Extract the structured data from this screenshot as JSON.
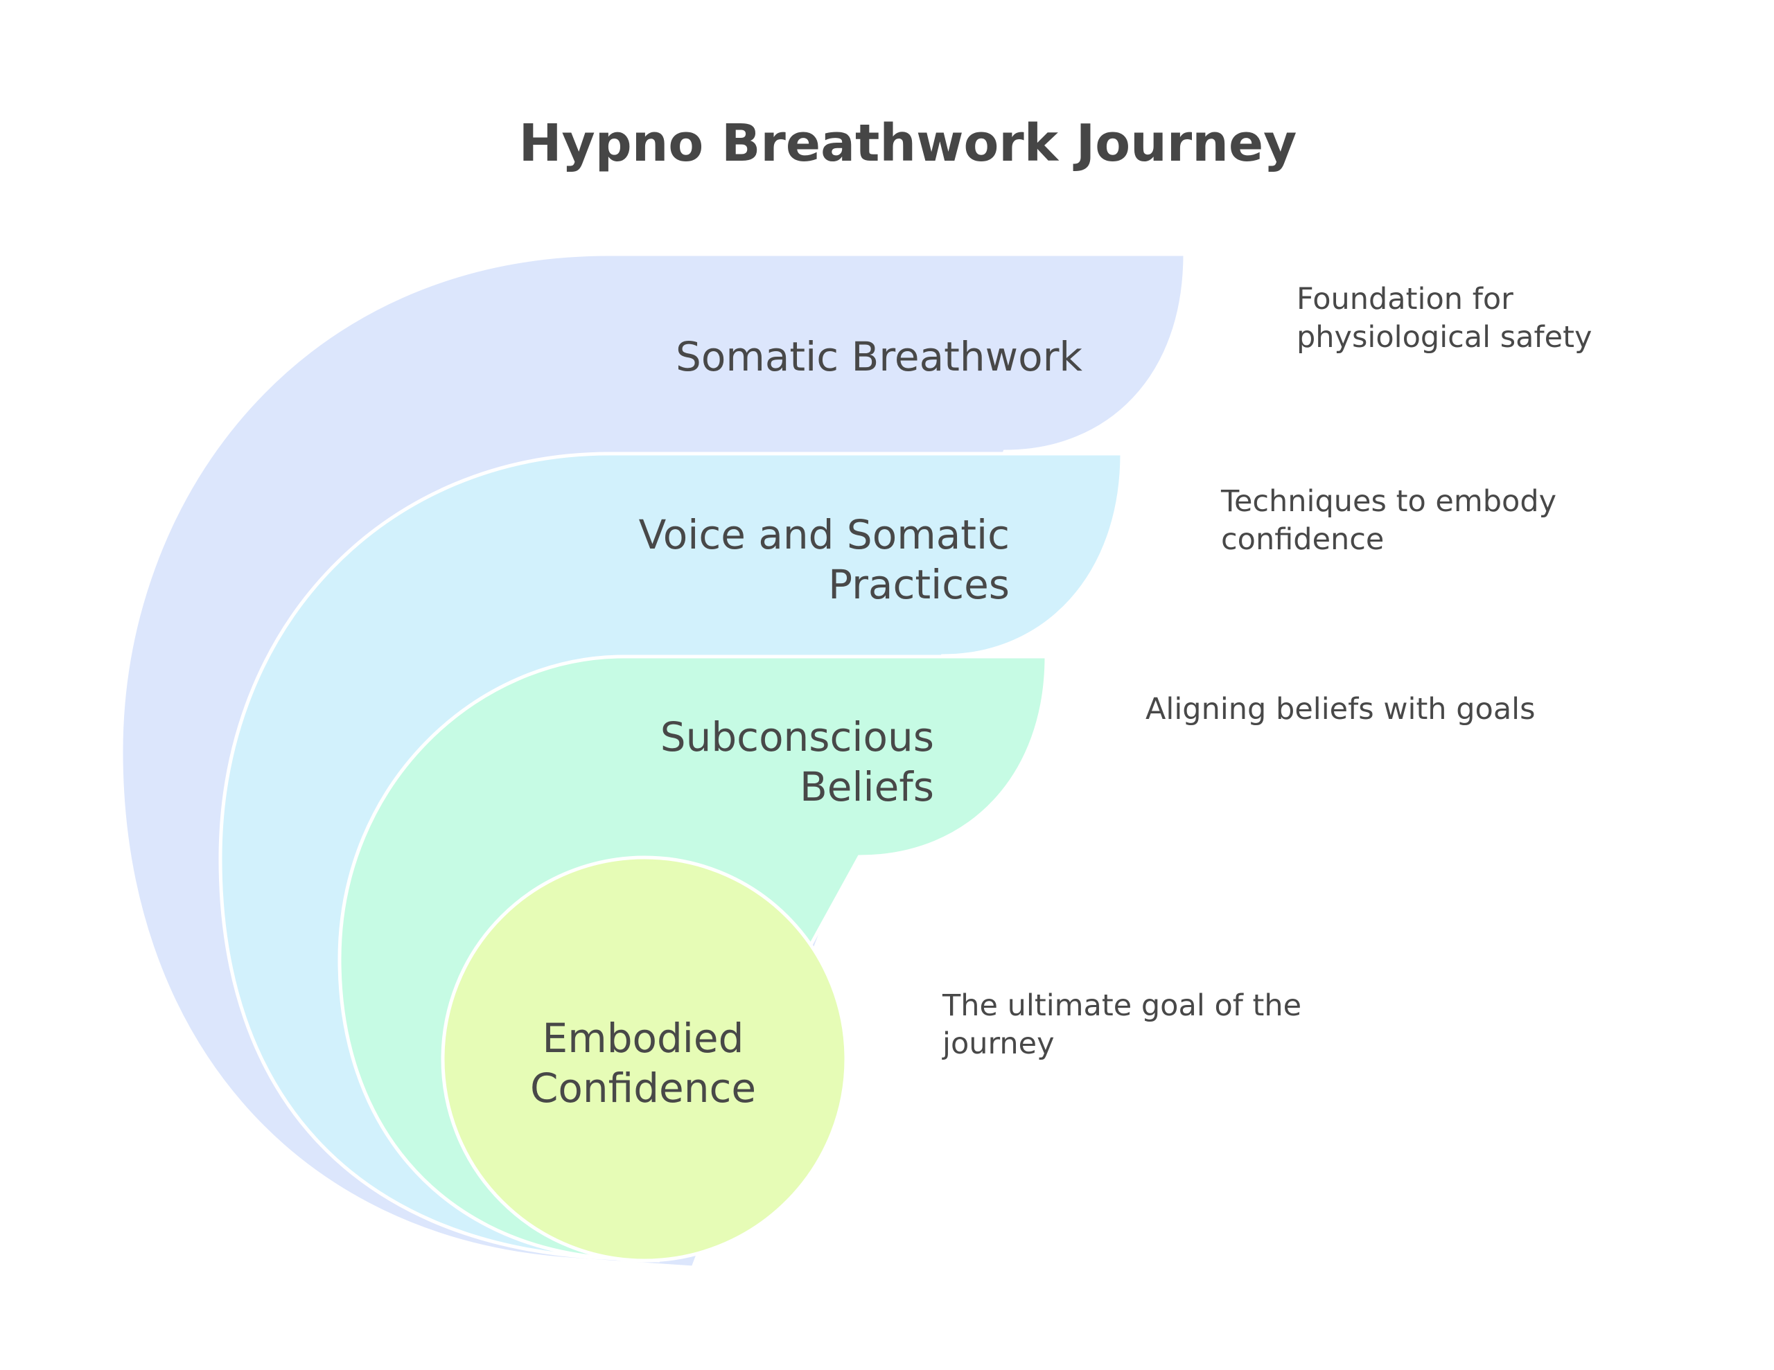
{
  "title": "Hypno Breathwork Journey",
  "layers": [
    {
      "label_lines": [
        "Somatic Breathwork"
      ],
      "description_lines": [
        "Foundation for",
        "physiological safety"
      ],
      "color": "#dce6fc"
    },
    {
      "label_lines": [
        "Voice and Somatic",
        "Practices"
      ],
      "description_lines": [
        "Techniques to embody",
        "confidence"
      ],
      "color": "#d2f1fc"
    },
    {
      "label_lines": [
        "Subconscious",
        "Beliefs"
      ],
      "description_lines": [
        "Aligning beliefs with goals"
      ],
      "color": "#c6fbe4"
    },
    {
      "label_lines": [
        "Embodied",
        "Confidence"
      ],
      "description_lines": [
        "The ultimate goal of the",
        "journey"
      ],
      "color": "#e6fcb6"
    }
  ]
}
